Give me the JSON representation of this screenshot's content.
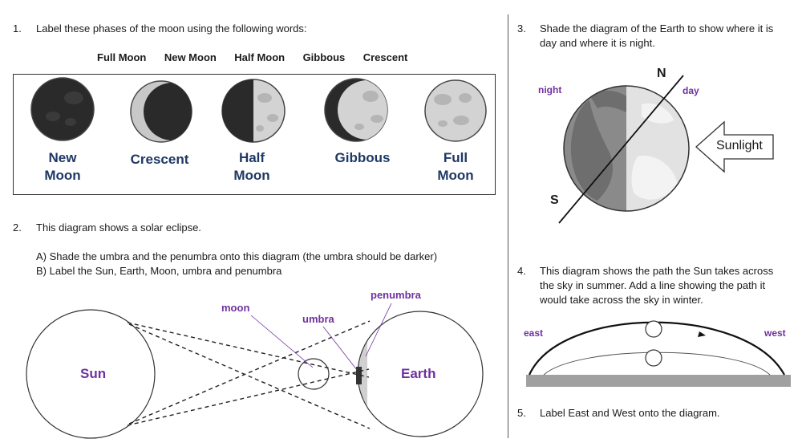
{
  "q1": {
    "number": "1.",
    "text": "Label these phases of the moon using the following words:",
    "word_bank": [
      "Full Moon",
      "New Moon",
      "Half Moon",
      "Gibbous",
      "Crescent"
    ],
    "phase_labels": [
      {
        "line1": "New",
        "line2": "Moon"
      },
      {
        "line1": "Crescent",
        "line2": ""
      },
      {
        "line1": "Half",
        "line2": "Moon"
      },
      {
        "line1": "Gibbous",
        "line2": ""
      },
      {
        "line1": "Full",
        "line2": "Moon"
      }
    ]
  },
  "q2": {
    "number": "2.",
    "text": "This diagram shows a solar eclipse.",
    "part_a": "A) Shade the umbra and the penumbra onto this diagram (the umbra should be darker)",
    "part_b": "B) Label the Sun, Earth, Moon, umbra and penumbra",
    "labels": {
      "sun": "Sun",
      "earth": "Earth",
      "moon": "moon",
      "umbra": "umbra",
      "penumbra": "penumbra"
    }
  },
  "q3": {
    "number": "3.",
    "text_line1": "Shade the diagram of the Earth to show where it is",
    "text_line2": "day and where it is night.",
    "labels": {
      "night": "night",
      "day": "day",
      "north": "N",
      "south": "S",
      "sunlight": "Sunlight"
    }
  },
  "q4": {
    "number": "4.",
    "text_line1": "This diagram shows the path the Sun takes across",
    "text_line2": "the sky in summer. Add a line showing the path it",
    "text_line3": "would take across the sky in winter.",
    "labels": {
      "east": "east",
      "west": "west"
    }
  },
  "q5": {
    "number": "5.",
    "text": "Label East and West onto the diagram."
  },
  "colors": {
    "moon_label": "#1f3864",
    "annotation": "#7030a0"
  }
}
